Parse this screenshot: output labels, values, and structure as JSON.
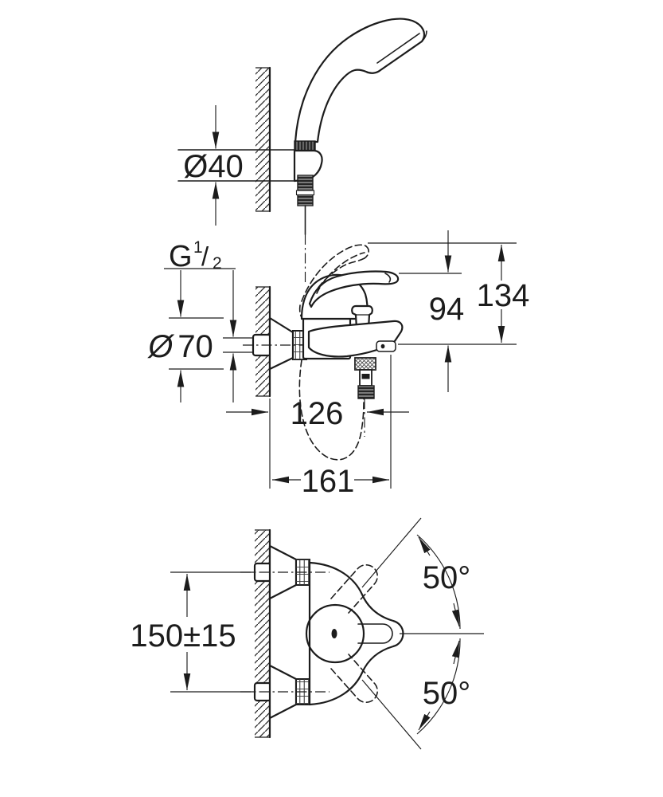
{
  "colors": {
    "line": "#1c1c1c",
    "background": "#ffffff"
  },
  "dimensions": {
    "holder_diameter": {
      "symbol": "Ø",
      "value": "40"
    },
    "thread_size": {
      "letter": "G",
      "numerator": "1",
      "slash": "/",
      "denominator": "2"
    },
    "escutcheon_diameter": {
      "symbol": "Ø",
      "value": "70"
    },
    "height_to_lever": "94",
    "height_lever_raised": "134",
    "shower_outlet_projection": "126",
    "spout_projection": "161",
    "connection_spacing": "150±15",
    "lever_swing_up": "50°",
    "lever_swing_down": "50°"
  }
}
